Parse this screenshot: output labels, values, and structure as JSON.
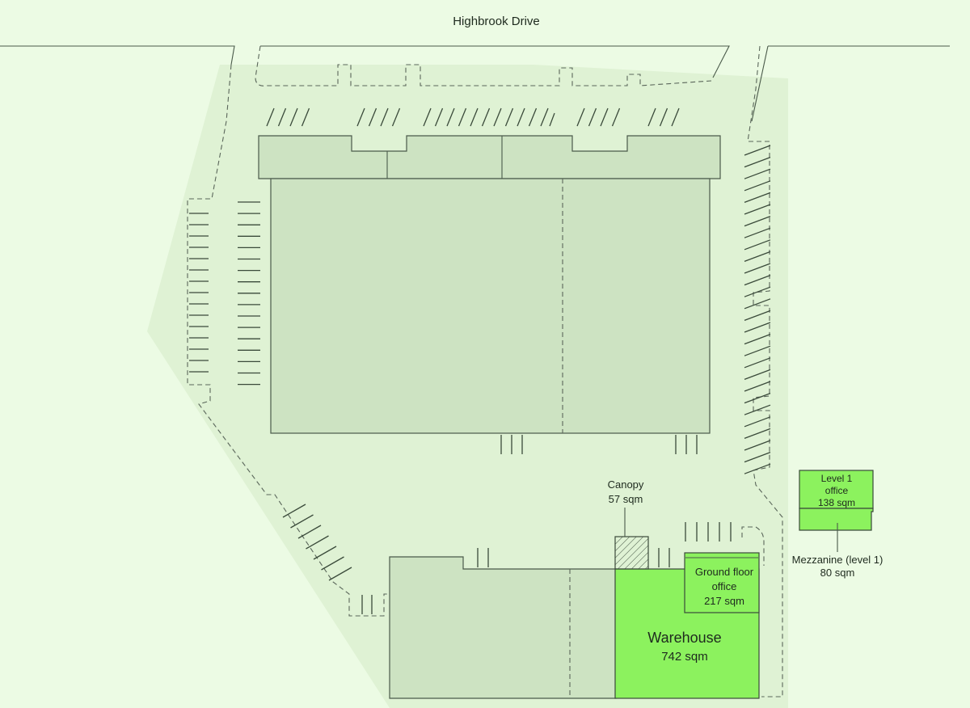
{
  "street": {
    "name": "Highbrook Drive"
  },
  "labels": {
    "canopy": {
      "name": "Canopy",
      "area": "57 sqm"
    },
    "ground_office": {
      "line1": "Ground floor",
      "line2": "office",
      "area": "217 sqm"
    },
    "warehouse": {
      "name": "Warehouse",
      "area": "742 sqm"
    },
    "level1_office": {
      "line1": "Level 1",
      "line2": "office",
      "area": "138 sqm"
    },
    "mezzanine": {
      "name": "Mezzanine (level 1)",
      "area": "80 sqm"
    }
  },
  "colors": {
    "background": "#ecfbe4",
    "site_area": "#dff2d4",
    "building": "#cde3c2",
    "highlight": "#8cf25e",
    "outline": "#4a5a4a"
  }
}
